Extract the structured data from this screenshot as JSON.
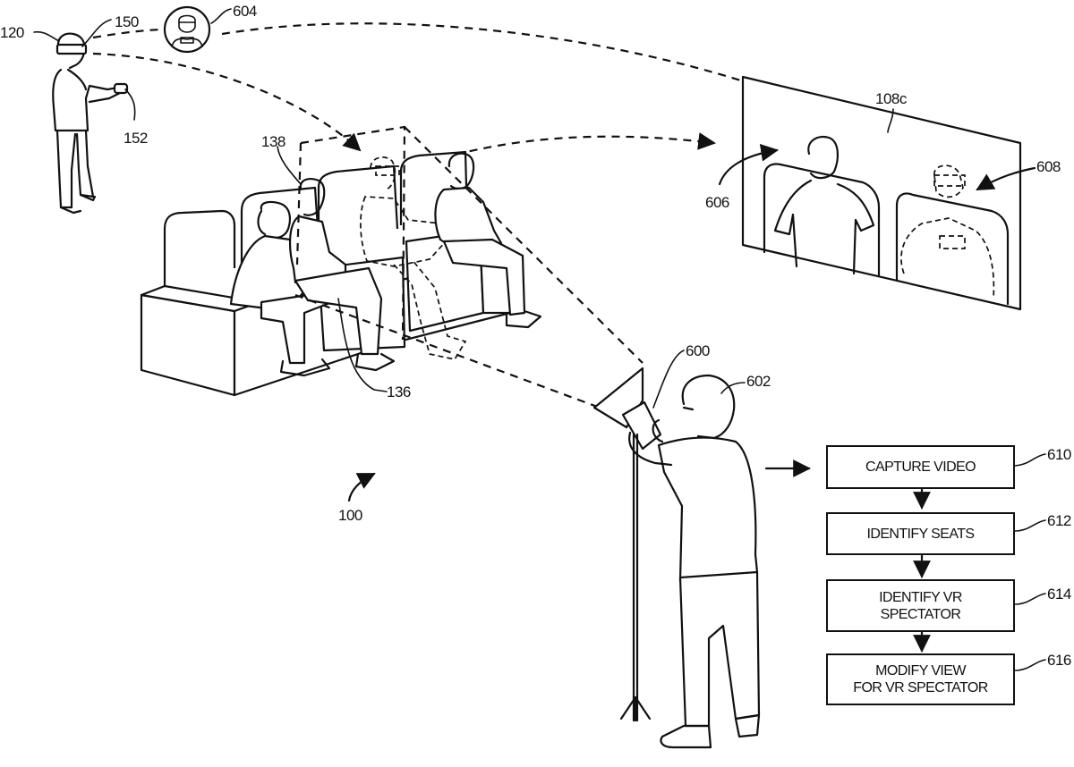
{
  "figure": {
    "kind": "patent-drawing",
    "reference_labels": {
      "hmd_user": "120",
      "hmd": "150",
      "controller": "152",
      "avatar_bubble": "604",
      "display_screen": "108c",
      "real_spectator_view": "606",
      "vr_spectator_view": "608",
      "spectator_138": "138",
      "spectator_136": "136",
      "venue": "100",
      "camera_device": "600",
      "operator": "602"
    },
    "flowchart": {
      "steps": [
        {
          "id": "610",
          "text": "CAPTURE VIDEO"
        },
        {
          "id": "612",
          "text": "IDENTIFY SEATS"
        },
        {
          "id": "614",
          "text": "IDENTIFY VR\nSPECTATOR"
        },
        {
          "id": "616",
          "text": "MODIFY VIEW\nFOR VR SPECTATOR"
        }
      ]
    }
  }
}
